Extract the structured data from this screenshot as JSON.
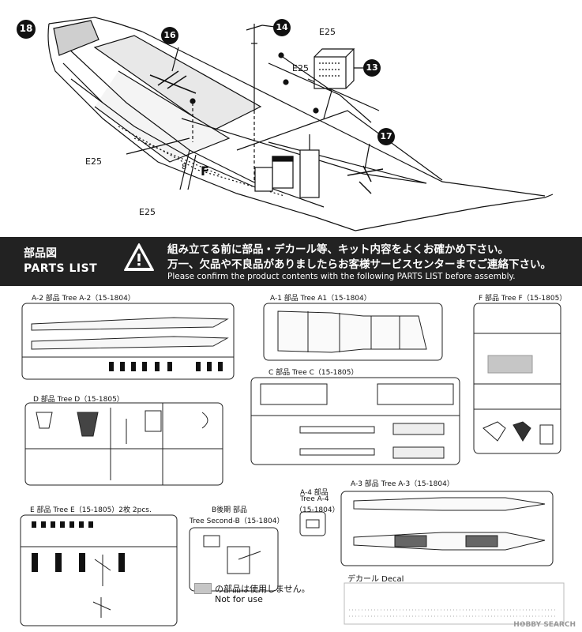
{
  "step": {
    "number": "18"
  },
  "assembly": {
    "callouts": {
      "p16": "16",
      "p14": "14",
      "p13": "13",
      "p17": "17"
    },
    "e25_labels": [
      "E25",
      "E25",
      "E25",
      "E25"
    ]
  },
  "banner": {
    "parts_jp": "部品図",
    "parts_en": "PARTS LIST",
    "line_jp1": "組み立てる前に部品・デカール等、キット内容をよくお確かめ下さい。",
    "line_jp2": "万一、欠品や不良品がありましたらお客様サービスセンターまでご連絡下さい。",
    "line_en": "Please confirm the product contents with the following PARTS LIST before assembly."
  },
  "trees": {
    "a2": "A-2 部品 Tree A-2（15-1804）",
    "a1": "A-1 部品 Tree A1（15-1804）",
    "f": "F 部品 Tree F（15-1805）",
    "c": "C 部品 Tree C（15-1805）",
    "d": "D 部品 Tree D（15-1805）",
    "e": "E 部品 Tree E（15-1805）2枚 2pcs.",
    "b_jp": "B後期 部品",
    "b_en": "Tree Second-B（15-1804）",
    "a4_jp": "A-4 部品",
    "a4_en": "Tree A-4",
    "a4_code": "（15-1804）",
    "a3": "A-3 部品 Tree A-3（15-1804）"
  },
  "legend": {
    "jp": "の部品は使用しません。",
    "en": "Not for use"
  },
  "decal": {
    "label": "デカール Decal"
  },
  "watermark": "H❶BBY SEARCH"
}
